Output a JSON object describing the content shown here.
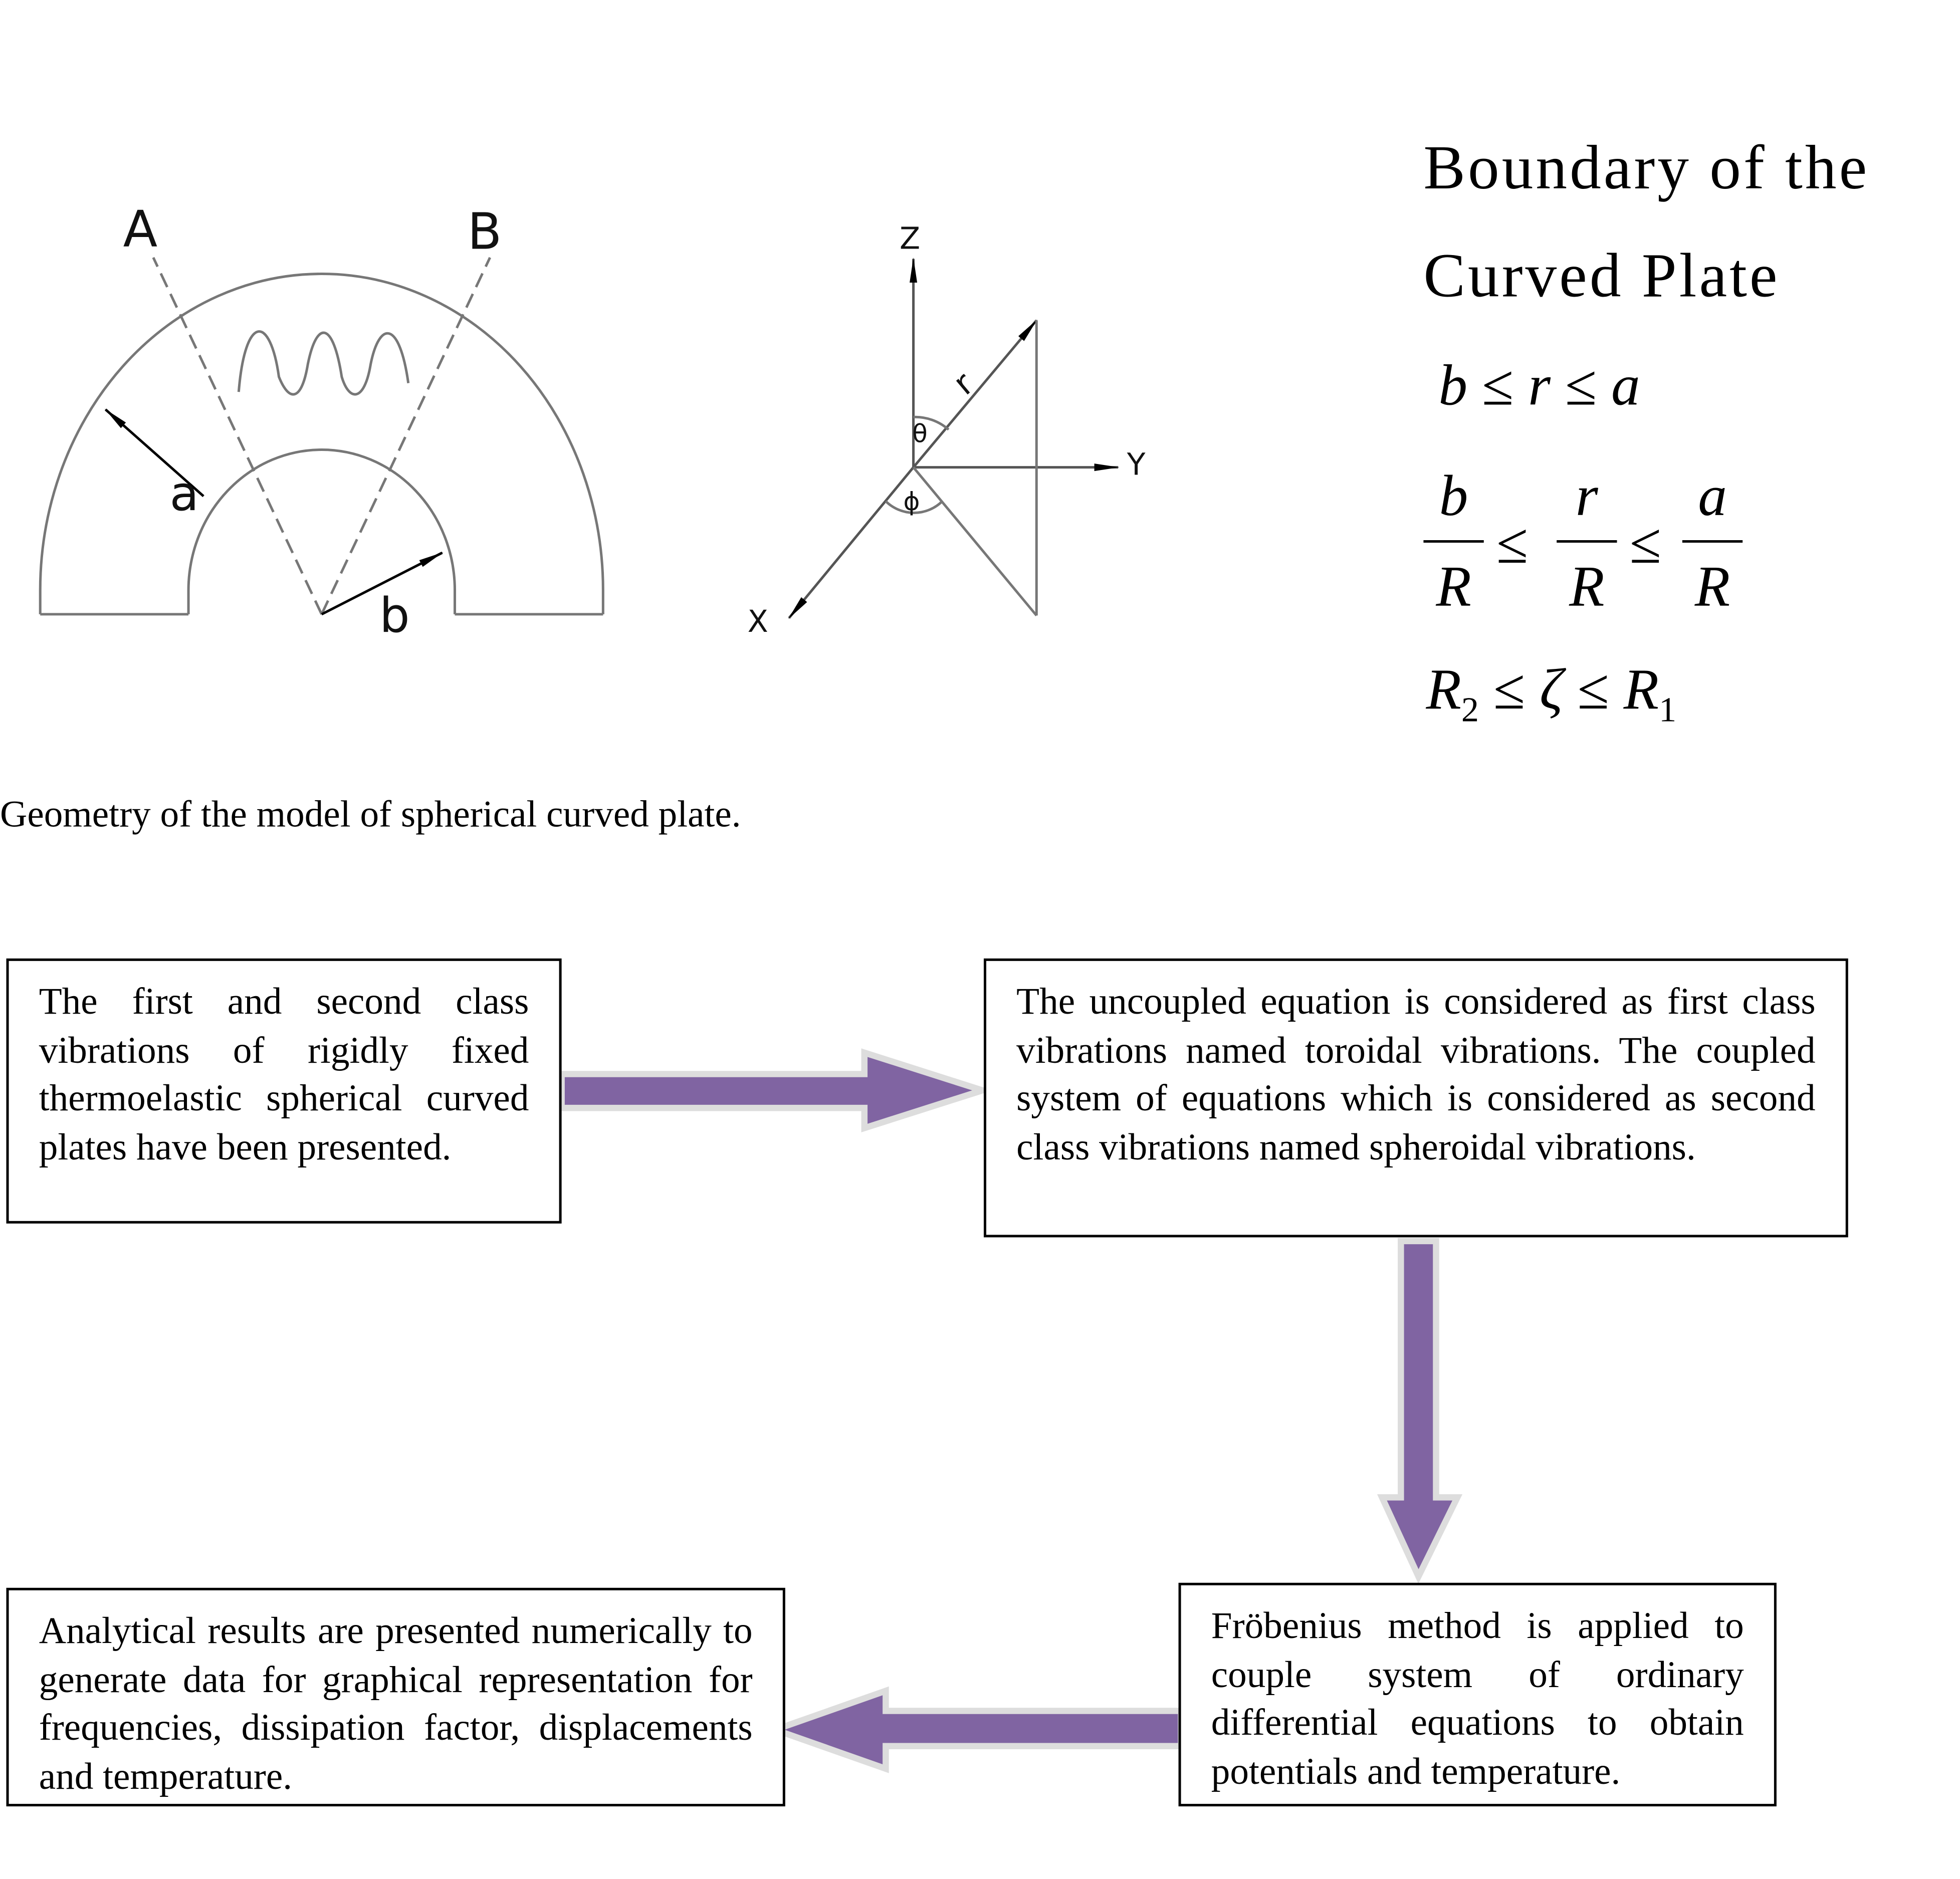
{
  "figure": {
    "labels": {
      "A": "A",
      "B": "B",
      "a": "a",
      "b": "b",
      "Z": "Z",
      "Y": "Y",
      "X": "X",
      "r": "r",
      "theta": "θ",
      "phi": "ϕ"
    },
    "boundary_title_line1": "Boundary of the",
    "boundary_title_line2": "Curved Plate",
    "eq1": {
      "left": "b",
      "op1": "≤",
      "mid": "r",
      "op2": "≤",
      "right": "a"
    },
    "eq2": {
      "n1": "b",
      "d1": "R",
      "op1": "≤",
      "n2": "r",
      "d2": "R",
      "op2": "≤",
      "n3": "a",
      "d3": "R"
    },
    "eq3": {
      "left": "R",
      "left_sub": "2",
      "op1": "≤",
      "mid": "ζ",
      "op2": "≤",
      "right": "R",
      "right_sub": "1"
    },
    "caption": "Geometry of the model of spherical curved plate."
  },
  "flow": {
    "accent_color": "#8064A2",
    "box1": "The first and second class vibrations of rigidly fixed thermoelastic spherical curved plates have been presented.",
    "box2": "The uncoupled equation is considered as first class vibrations named toroidal vibrations. The coupled system of equations which is considered as second class vibrations named spheroidal vibrations.",
    "box3": "Fröbenius method is applied to couple system of ordinary differential equations to obtain potentials and temperature.",
    "box4": "Analytical results are presented numerically to generate data for graphical representation for frequencies, dissipation factor, displacements and temperature."
  }
}
